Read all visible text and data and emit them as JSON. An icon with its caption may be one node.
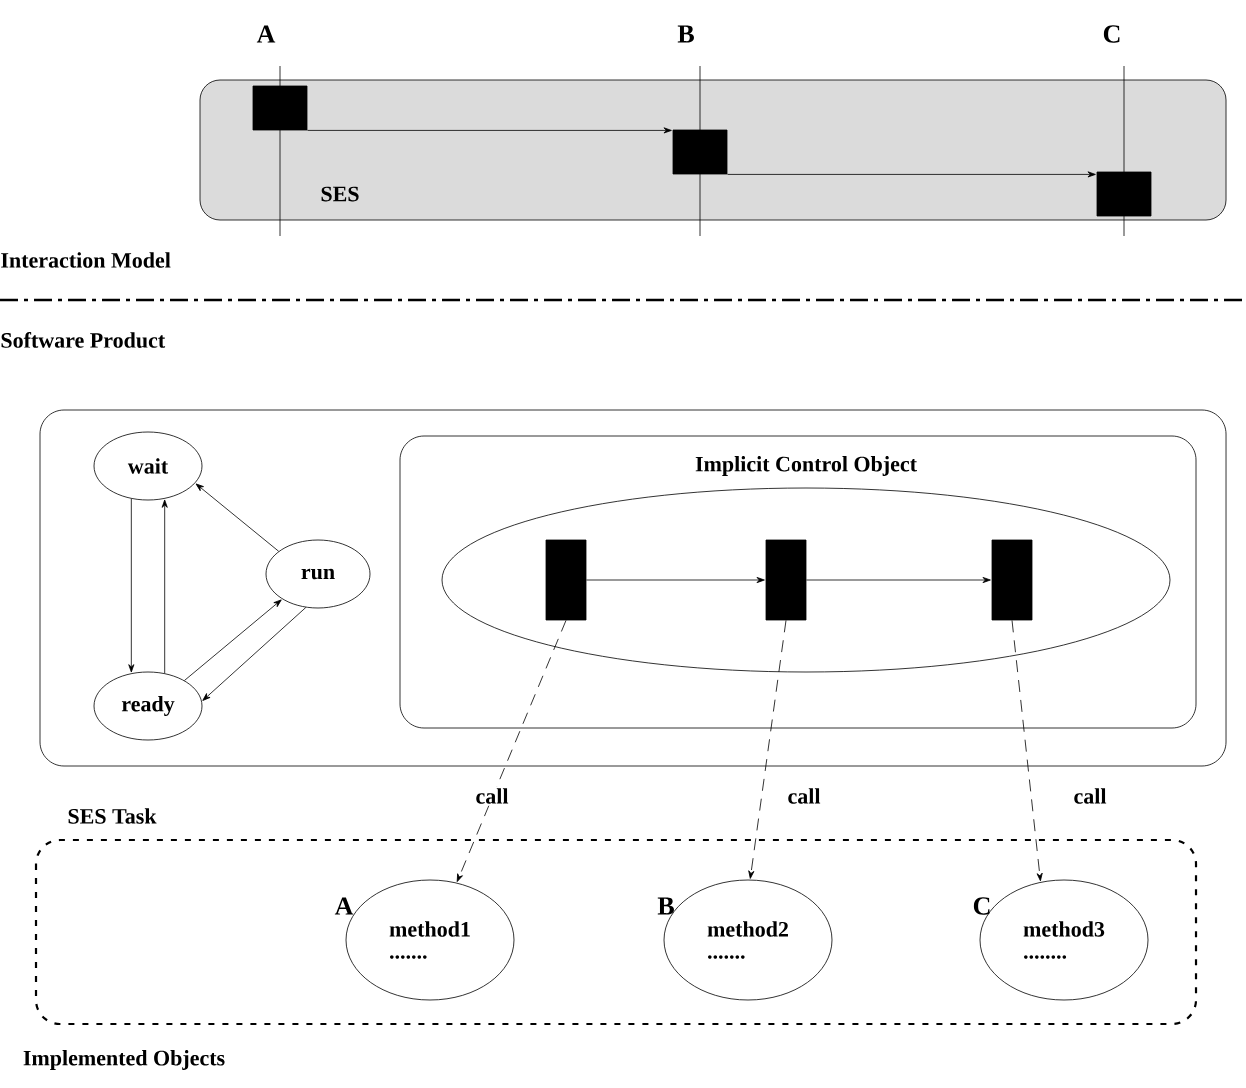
{
  "diagram": {
    "nodes": [
      {
        "text": [
          "SES"
        ]
      },
      {
        "text": [],
        "shape": "box",
        "in": 0
      },
      {
        "text": [],
        "shape": "box",
        "in": 0
      },
      {
        "text": [],
        "shape": "box",
        "in": 0
      },
      {
        "text": [
          "SES Task"
        ]
      },
      {
        "text": [
          "wait"
        ],
        "in": 4
      },
      {
        "text": [
          "run"
        ],
        "in": 4
      },
      {
        "text": [
          "ready"
        ],
        "in": 4
      },
      {
        "text": [
          "Implicit Control Object"
        ],
        "in": 4
      },
      {
        "text": [],
        "shape": "ellipse",
        "in": 8
      },
      {
        "text": [],
        "shape": "box",
        "in": 9
      },
      {
        "text": [],
        "shape": "box",
        "in": 9
      },
      {
        "text": [],
        "shape": "box",
        "in": 9
      },
      {
        "text": [
          "Implemented Objects"
        ]
      },
      {
        "text": [
          "method1",
          "......."
        ],
        "beside": [
          "A"
        ],
        "in": 13
      },
      {
        "text": [
          "method2",
          "......."
        ],
        "beside": [
          "B"
        ],
        "in": 13
      },
      {
        "text": [
          "method3",
          "........"
        ],
        "beside": [
          "C"
        ],
        "in": 13
      }
    ],
    "edges": [
      {
        "from": 1,
        "to": 2,
        "arrow": "to"
      },
      {
        "from": 2,
        "to": 3,
        "arrow": "to"
      },
      {
        "from": 5,
        "to": 7,
        "arrow": "to"
      },
      {
        "from": 7,
        "to": 5,
        "arrow": "to"
      },
      {
        "from": 6,
        "to": 5,
        "arrow": "to"
      },
      {
        "from": 7,
        "to": 6,
        "arrow": "to"
      },
      {
        "from": 6,
        "to": 7,
        "arrow": "to"
      },
      {
        "from": 10,
        "to": 11,
        "arrow": "to"
      },
      {
        "from": 11,
        "to": 12,
        "arrow": "to"
      },
      {
        "from": 10,
        "to": 14,
        "arrow": "to",
        "style": "dashed",
        "label": "call"
      },
      {
        "from": 11,
        "to": 15,
        "arrow": "to",
        "style": "dashed",
        "label": "call"
      },
      {
        "from": 12,
        "to": 16,
        "arrow": "to",
        "style": "dashed",
        "label": "call"
      }
    ],
    "labels": [
      "A",
      "B",
      "C",
      "Interaction Model",
      "Software Product"
    ]
  }
}
